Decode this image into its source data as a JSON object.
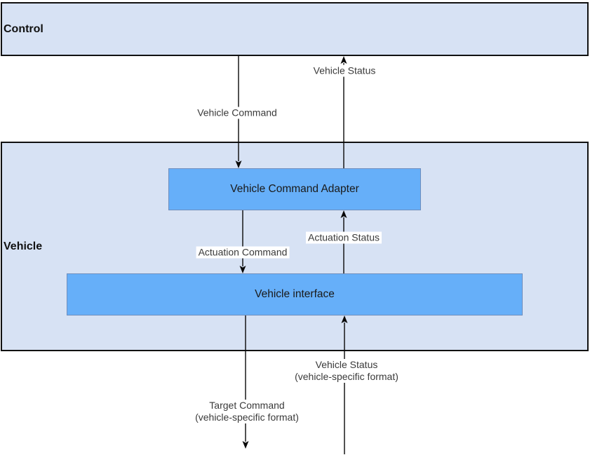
{
  "diagram": {
    "regions": {
      "control": {
        "label": "Control"
      },
      "vehicle": {
        "label": "Vehicle"
      }
    },
    "nodes": {
      "adapter": {
        "label": "Vehicle Command Adapter"
      },
      "interface": {
        "label": "Vehicle interface"
      }
    },
    "edges": {
      "vehicle_command": {
        "label": "Vehicle Command",
        "direction": "down",
        "from": "Control",
        "to": "Vehicle Command Adapter"
      },
      "vehicle_status": {
        "label": "Vehicle Status",
        "direction": "up",
        "from": "Vehicle Command Adapter",
        "to": "Control"
      },
      "actuation_command": {
        "label": "Actuation Command",
        "direction": "down",
        "from": "Vehicle Command Adapter",
        "to": "Vehicle interface"
      },
      "actuation_status": {
        "label": "Actuation Status",
        "direction": "up",
        "from": "Vehicle interface",
        "to": "Vehicle Command Adapter"
      },
      "target_command": {
        "label": "Target Command",
        "sublabel": "(vehicle-specific format)",
        "direction": "down",
        "from": "Vehicle interface"
      },
      "vehicle_status_specific": {
        "label": "Vehicle Status",
        "sublabel": "(vehicle-specific format)",
        "direction": "up",
        "to": "Vehicle interface"
      }
    },
    "colors": {
      "region_fill": "#d7e2f4",
      "region_border": "#111111",
      "node_fill": "#66aff9",
      "node_border": "#6f8ebd",
      "node_text": "#1a1a1a",
      "edge_line": "#080808",
      "label_text": "#3a3a3a",
      "label_bg": "#ffffff"
    }
  }
}
